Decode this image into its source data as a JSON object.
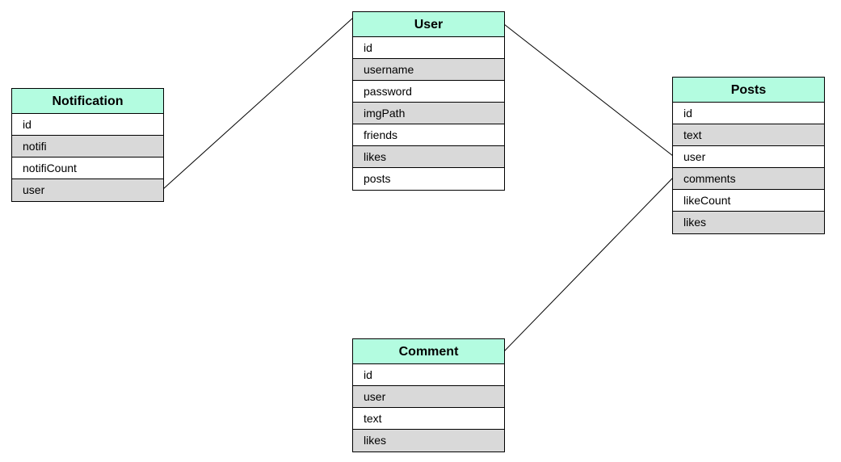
{
  "colors": {
    "header_fill": "#b3fce0",
    "row_fill_odd": "#ffffff",
    "row_fill_even": "#d9d9d9",
    "border": "#000000",
    "connector": "#000000"
  },
  "entities": [
    {
      "key": "notification",
      "title": "Notification",
      "fields": [
        "id",
        "notifi",
        "notifiCount",
        "user"
      ]
    },
    {
      "key": "user",
      "title": "User",
      "fields": [
        "id",
        "username",
        "password",
        "imgPath",
        "friends",
        "likes",
        "posts"
      ]
    },
    {
      "key": "posts",
      "title": "Posts",
      "fields": [
        "id",
        "text",
        "user",
        "comments",
        "likeCount",
        "likes"
      ]
    },
    {
      "key": "comment",
      "title": "Comment",
      "fields": [
        "id",
        "user",
        "text",
        "likes"
      ]
    }
  ],
  "relations": [
    {
      "from_entity": "notification",
      "from_field": "user",
      "to_entity": "user"
    },
    {
      "from_entity": "user",
      "from_field": "",
      "to_entity": "posts",
      "to_field": "user"
    },
    {
      "from_entity": "comment",
      "from_field": "",
      "to_entity": "posts",
      "to_field": "comments"
    }
  ]
}
